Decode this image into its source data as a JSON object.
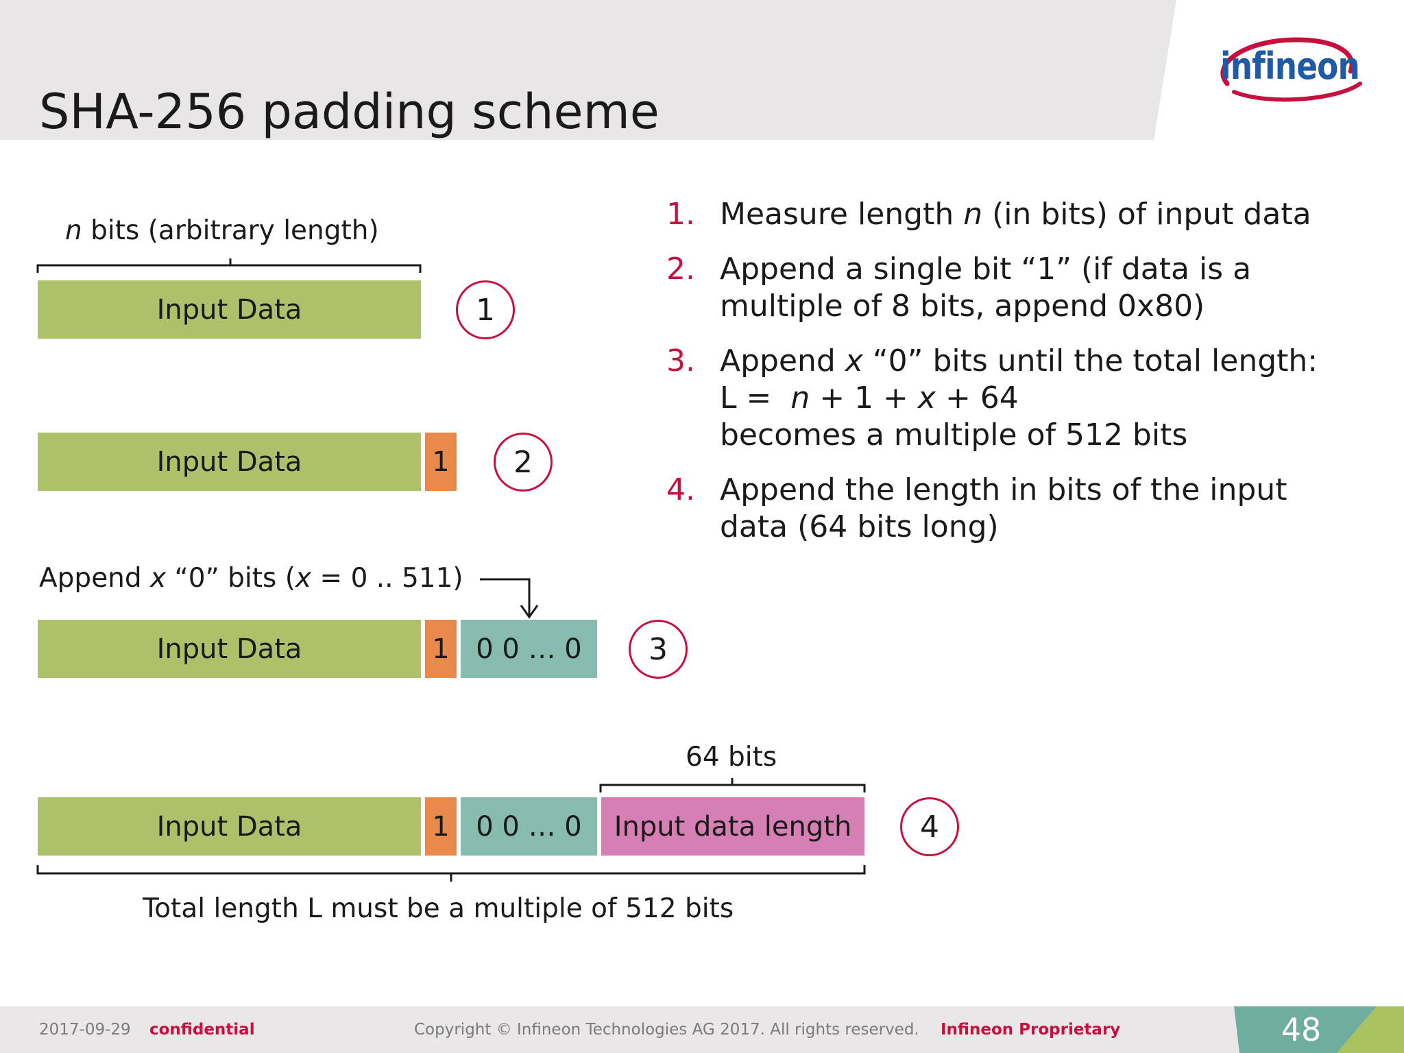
{
  "header": {
    "title": "SHA-256 padding scheme",
    "logo_text": "infineon"
  },
  "diagram": {
    "top_brace_label": {
      "var": "n",
      "text": " bits (arbitrary length)"
    },
    "rows": [
      {
        "step": "1",
        "segments": [
          "Input Data"
        ]
      },
      {
        "step": "2",
        "segments": [
          "Input Data",
          "1"
        ]
      },
      {
        "step": "3",
        "segments": [
          "Input Data",
          "1",
          "0 0 … 0"
        ]
      },
      {
        "step": "4",
        "segments": [
          "Input Data",
          "1",
          "0 0 … 0",
          "Input data length"
        ]
      }
    ],
    "append_label": {
      "p1": "Append ",
      "v1": "x",
      "p2": " “0” bits (",
      "v2": "x",
      "p3": " = 0 .. 511)"
    },
    "length_brace_label": "64 bits",
    "bottom_brace_label": "Total length L must be a multiple of 512 bits"
  },
  "steps": [
    {
      "num": "1.",
      "lines": [
        {
          "parts": [
            {
              "t": "Measure length "
            },
            {
              "t": "n",
              "i": true
            },
            {
              "t": " (in bits) of input data"
            }
          ]
        }
      ]
    },
    {
      "num": "2.",
      "lines": [
        {
          "parts": [
            {
              "t": "Append a single bit “1” (if data is a"
            }
          ]
        },
        {
          "parts": [
            {
              "t": "multiple of 8 bits, append 0x80)"
            }
          ]
        }
      ]
    },
    {
      "num": "3.",
      "lines": [
        {
          "parts": [
            {
              "t": "Append "
            },
            {
              "t": "x",
              "i": true
            },
            {
              "t": " “0” bits until the total length:"
            }
          ]
        },
        {
          "parts": [
            {
              "t": "L =  "
            },
            {
              "t": "n",
              "i": true
            },
            {
              "t": " + 1 + "
            },
            {
              "t": "x",
              "i": true
            },
            {
              "t": " + 64"
            }
          ]
        },
        {
          "parts": [
            {
              "t": "becomes a multiple of 512 bits"
            }
          ]
        }
      ]
    },
    {
      "num": "4.",
      "lines": [
        {
          "parts": [
            {
              "t": "Append the length in bits of the input"
            }
          ]
        },
        {
          "parts": [
            {
              "t": "data (64 bits long)"
            }
          ]
        }
      ]
    }
  ],
  "footer": {
    "date": "2017-09-29",
    "classification": "confidential",
    "copyright": "Copyright © Infineon Technologies AG 2017. All rights reserved.",
    "proprietary": "Infineon Proprietary",
    "page_number": "48"
  },
  "colors": {
    "accent_red": "#c8103e",
    "input_data": "#adc16b",
    "one_bit": "#e88a4c",
    "zero_bits": "#86bbae",
    "length_field": "#d57fb4",
    "footer_teal": "#6fae9e",
    "footer_green": "#a9c15f"
  }
}
